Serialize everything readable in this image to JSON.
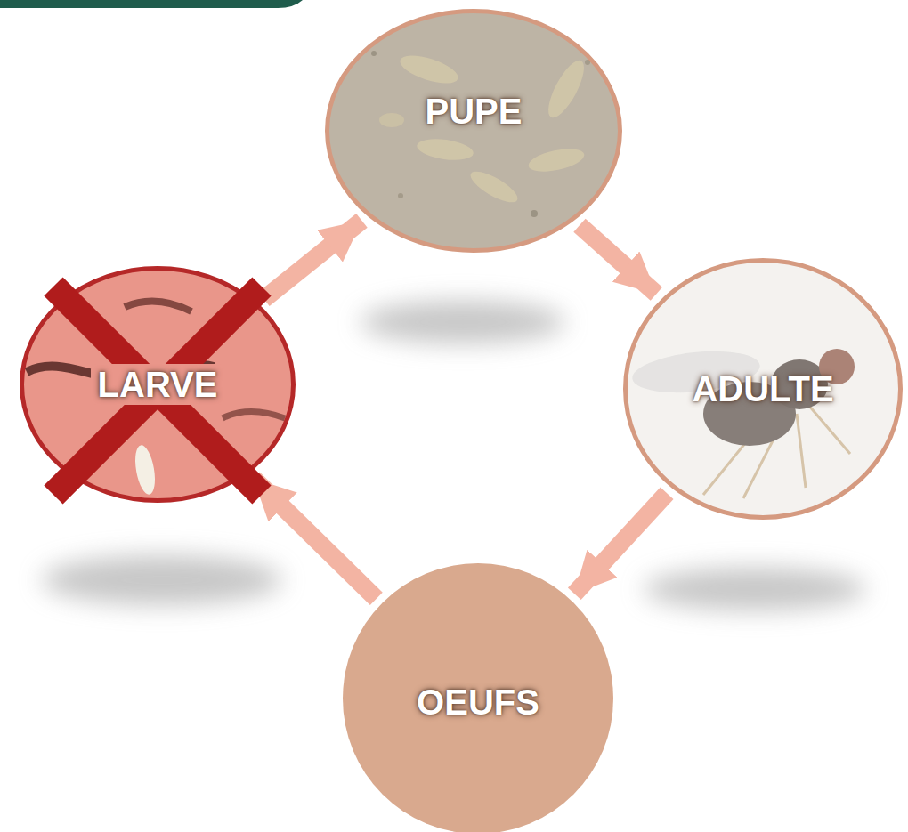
{
  "diagram": {
    "nodes": [
      {
        "text": [
          "PUPE"
        ]
      },
      {
        "text": [
          "ADULTE"
        ]
      },
      {
        "text": [
          "OEUFS"
        ]
      },
      {
        "text": [
          "LARVE"
        ]
      }
    ],
    "edges": [
      {
        "from": 3,
        "to": 0,
        "arrow": "to"
      },
      {
        "from": 0,
        "to": 1,
        "arrow": "to"
      },
      {
        "from": 1,
        "to": 2,
        "arrow": "to"
      },
      {
        "from": 2,
        "to": 3,
        "arrow": "to"
      }
    ]
  }
}
